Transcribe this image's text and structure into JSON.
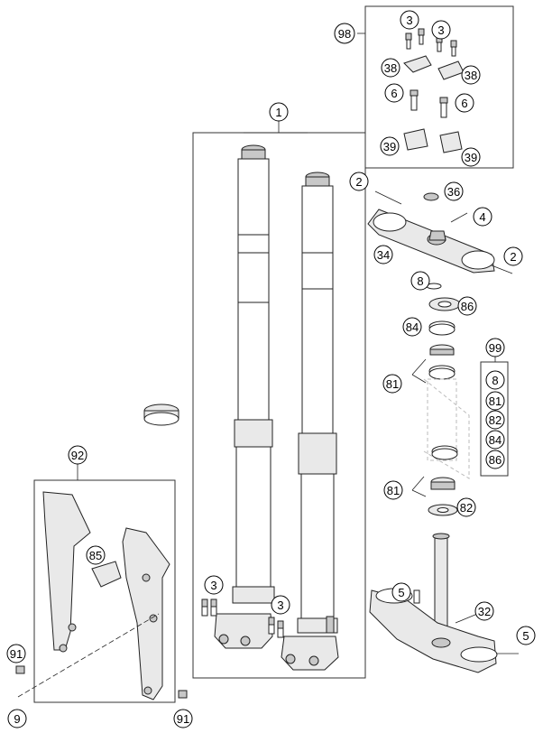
{
  "diagram": {
    "callouts": {
      "c1": "1",
      "c2a": "2",
      "c2b": "2",
      "c3a": "3",
      "c3b": "3",
      "c3c": "3",
      "c3d": "3",
      "c4": "4",
      "c5a": "5",
      "c5b": "5",
      "c6a": "6",
      "c6b": "6",
      "c8a": "8",
      "c8b": "8",
      "c9": "9",
      "c32": "32",
      "c34": "34",
      "c36": "36",
      "c38a": "38",
      "c38b": "38",
      "c39a": "39",
      "c39b": "39",
      "c81a": "81",
      "c81b": "81",
      "c81c": "81",
      "c82a": "82",
      "c82b": "82",
      "c84a": "84",
      "c84b": "84",
      "c85": "85",
      "c86a": "86",
      "c86b": "86",
      "c91a": "91",
      "c91b": "91",
      "c92": "92",
      "c98": "98",
      "c99": "99"
    }
  }
}
